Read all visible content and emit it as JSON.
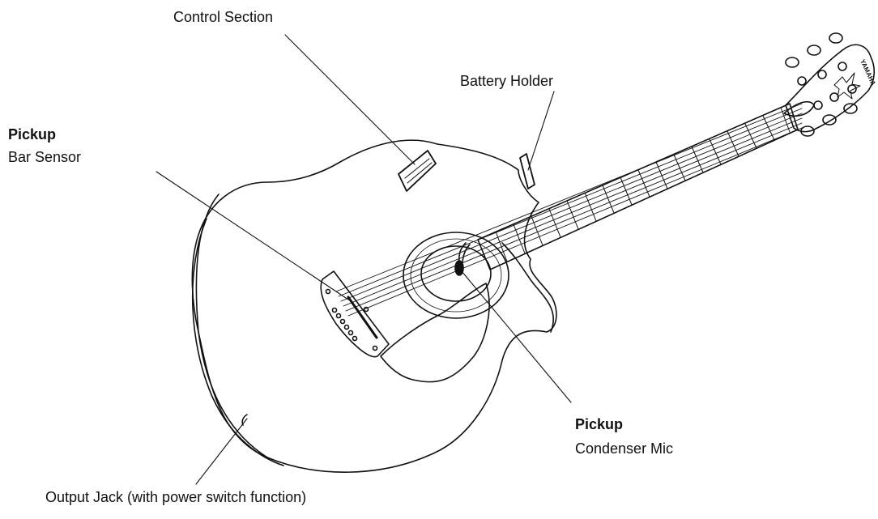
{
  "labels": {
    "control_section": "Control Section",
    "battery_holder": "Battery Holder",
    "pickup_bar_title": "Pickup",
    "pickup_bar_sub": "Bar Sensor",
    "pickup_mic_title": "Pickup",
    "pickup_mic_sub": "Condenser Mic",
    "output_jack": "Output Jack (with power switch function)"
  },
  "headstock_logo": "YAMAHA"
}
